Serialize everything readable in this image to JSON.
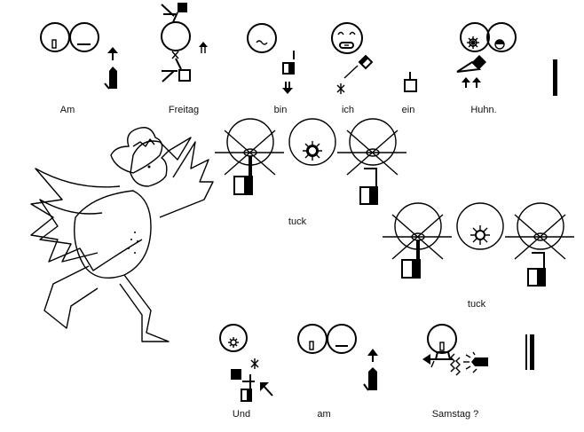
{
  "page": {
    "title": "Bliss symbol story page",
    "colors": {
      "ink": "#000000",
      "background": "#ffffff"
    }
  },
  "sentence_1": {
    "words": [
      {
        "label": "Am",
        "symbol": "day-before-two-circles-icon"
      },
      {
        "label": "Freitag",
        "symbol": "friday-icon"
      },
      {
        "label": "bin",
        "symbol": "to-be-icon"
      },
      {
        "label": "ich",
        "symbol": "i-me-icon"
      },
      {
        "label": "ein",
        "symbol": "one-indefinite-article-icon"
      },
      {
        "label": "Huhn.",
        "symbol": "chicken-icon"
      }
    ],
    "end_marker": "period-bar-icon"
  },
  "sound_1": {
    "label": "tuck"
  },
  "sound_2": {
    "label": "tuck"
  },
  "sentence_2": {
    "words": [
      {
        "label": "Und",
        "symbol": "and-icon"
      },
      {
        "label": "am",
        "symbol": "on-the-day-icon"
      },
      {
        "label": "Samstag ?",
        "symbol": "saturday-icon"
      }
    ],
    "end_marker": "double-bar-icon"
  },
  "illustration": {
    "subject": "running-chicken-man-drawing"
  }
}
